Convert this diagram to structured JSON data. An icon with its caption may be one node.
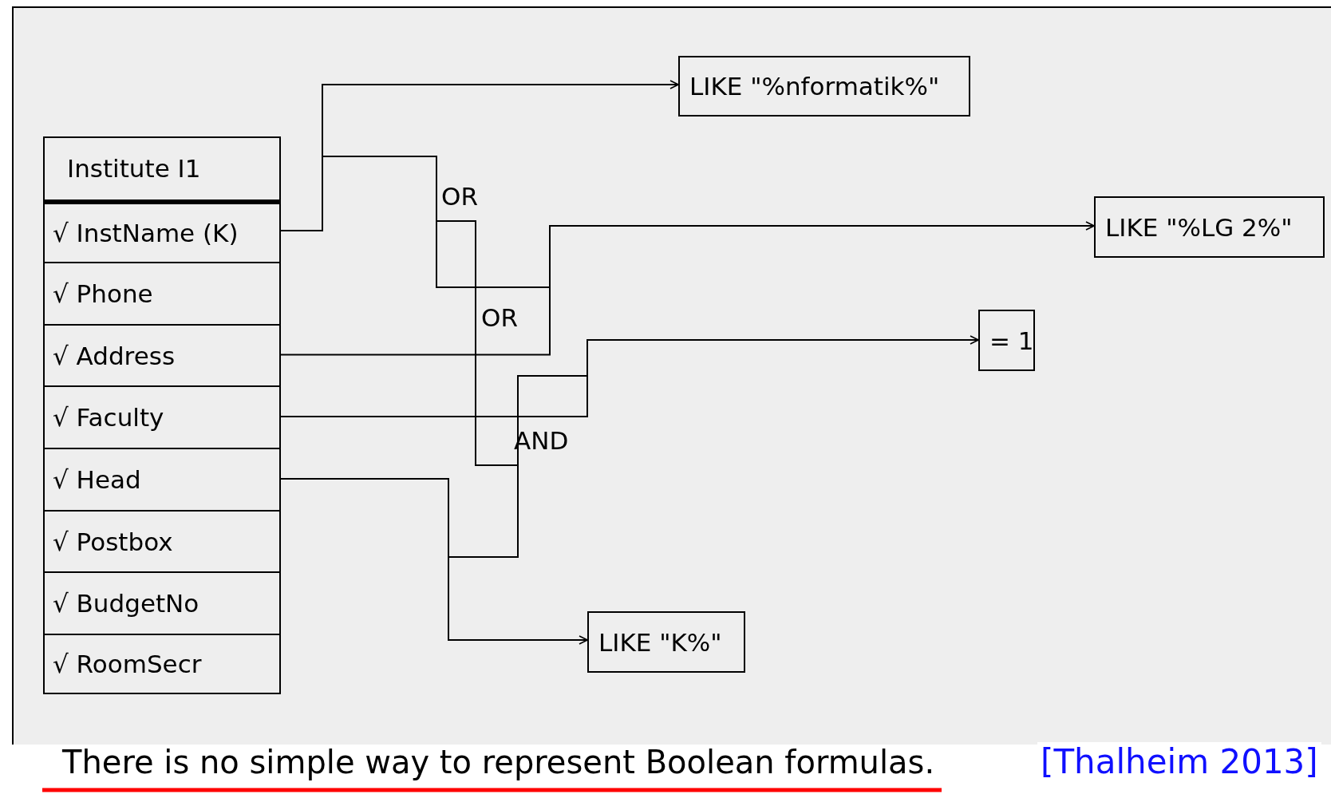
{
  "diagram": {
    "caption": "There is no simple way to represent Boolean formulas.",
    "nodes": [
      {
        "text": [
          "Institute I1"
        ]
      },
      {
        "text": [
          "√ InstName (K)"
        ],
        "in": 0
      },
      {
        "text": [
          "√ Phone"
        ],
        "in": 0
      },
      {
        "text": [
          "√ Address"
        ],
        "in": 0
      },
      {
        "text": [
          "√ Faculty"
        ],
        "in": 0
      },
      {
        "text": [
          "√ Head"
        ],
        "in": 0
      },
      {
        "text": [
          "√ Postbox"
        ],
        "in": 0
      },
      {
        "text": [
          "√ BudgetNo"
        ],
        "in": 0
      },
      {
        "text": [
          "√ RoomSecr"
        ],
        "in": 0
      },
      {
        "text": [
          "LIKE \"%nformatik%\""
        ]
      },
      {
        "text": [
          "LIKE \"%LG 2%\""
        ]
      },
      {
        "text": [
          "= 1"
        ]
      },
      {
        "text": [
          "LIKE \"K%\""
        ]
      }
    ],
    "edges": [
      {
        "from": 1,
        "to": 9,
        "arrow": "to"
      },
      {
        "from": 3,
        "to": 10,
        "arrow": "to"
      },
      {
        "from": 4,
        "to": 11,
        "arrow": "to"
      },
      {
        "from": 5,
        "to": 12,
        "arrow": "to"
      }
    ],
    "labels": [
      "OR",
      "OR",
      "AND",
      "[Thalheim 2013]"
    ]
  }
}
